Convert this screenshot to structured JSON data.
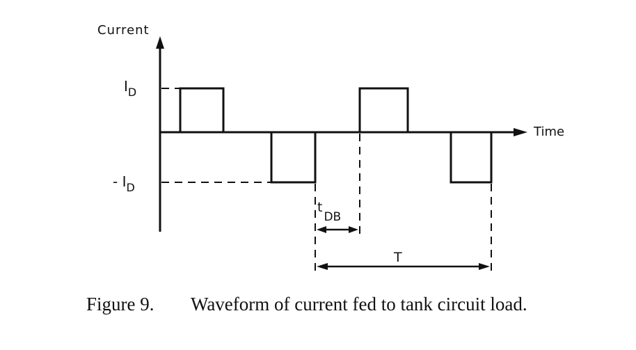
{
  "axes": {
    "y_label": "Current",
    "x_label": "Time"
  },
  "levels": {
    "positive": "I",
    "positive_sub": "D",
    "negative": "- I",
    "negative_sub": "D"
  },
  "dimensions": {
    "dead_band": "t",
    "dead_band_sub": "DB",
    "period": "T"
  },
  "caption": {
    "number": "Figure 9.",
    "text": "Waveform of current fed to tank circuit load."
  }
}
